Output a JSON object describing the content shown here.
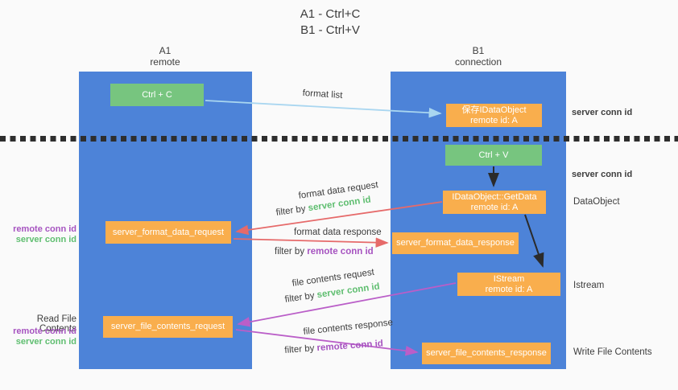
{
  "title": {
    "line1": "A1 - Ctrl+C",
    "line2": "B1 - Ctrl+V"
  },
  "lanes": {
    "left": {
      "name": "A1",
      "role": "remote"
    },
    "right": {
      "name": "B1",
      "role": "connection"
    }
  },
  "nodes": {
    "ctrl_c": {
      "label": "Ctrl + C"
    },
    "ctrl_v": {
      "label": "Ctrl + V"
    },
    "save_dataobject": {
      "line1": "保存IDataObject",
      "line2": "remote id: A"
    },
    "getdata": {
      "line1": "IDataObject::GetData",
      "line2": "remote id: A"
    },
    "istream": {
      "line1": "IStream",
      "line2": "remote id: A"
    },
    "format_request": {
      "label": "server_format_data_request"
    },
    "format_response": {
      "label": "server_format_data_response"
    },
    "file_request": {
      "label": "server_file_contents_request"
    },
    "file_response": {
      "label": "server_file_contents_response"
    }
  },
  "arrow_labels": {
    "format_list": "format list",
    "format_data_request": "format data request",
    "format_data_response": "format data response",
    "file_contents_request": "file contents request",
    "file_contents_response": "file contents response",
    "filter_by": "filter by ",
    "server_conn_id": "server conn id",
    "remote_conn_id": "remote conn id"
  },
  "side_labels": {
    "left_top": {
      "line1": "remote conn id",
      "line2": "server conn id"
    },
    "read_file": "Read File Contents",
    "left_bottom": {
      "line1": "remote conn id",
      "line2": "server conn id"
    },
    "right_conn_top": "server conn id",
    "right_conn_mid": "server conn id",
    "dataobject": "DataObject",
    "istream": "Istream",
    "write_file": "Write File Contents"
  },
  "colors": {
    "lane_blue": "#4D83D8",
    "box_green": "#77C57F",
    "box_orange": "#F9AE4D",
    "arrow_red": "#E66A6A",
    "arrow_purple": "#BA5EC8",
    "arrow_lightblue": "#A9D6F0",
    "arrow_black": "#2B2B2B",
    "label_green": "#5FBE70",
    "label_purple": "#A653C0",
    "background": "#FAFAFA"
  }
}
